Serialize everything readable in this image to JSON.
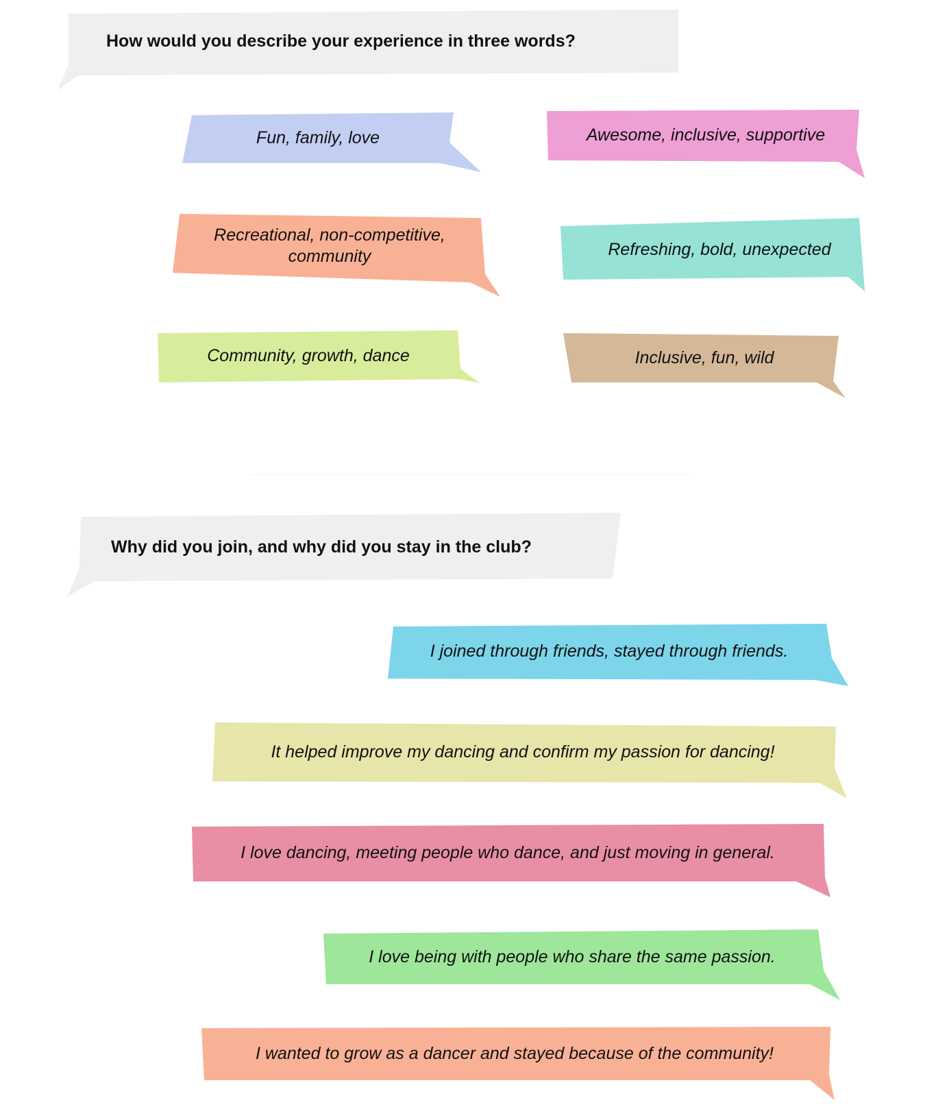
{
  "sections": [
    {
      "question": "How would you describe your experience in three words?",
      "question_color": "#efefef",
      "answers": [
        {
          "text": "Fun, family, love",
          "color": "#c3cef3"
        },
        {
          "text": "Awesome, inclusive, supportive",
          "color": "#ee9fd3"
        },
        {
          "text": "Recreational, non-competitive, community",
          "color": "#f9b196"
        },
        {
          "text": "Refreshing, bold, unexpected",
          "color": "#96e2d6"
        },
        {
          "text": "Community, growth, dance",
          "color": "#d8ed9c"
        },
        {
          "text": "Inclusive, fun, wild",
          "color": "#d5b898"
        }
      ]
    },
    {
      "question": "Why did you join, and why did you stay in the club?",
      "question_color": "#efefef",
      "answers": [
        {
          "text": "I joined through friends, stayed through friends.",
          "color": "#7dd5ea"
        },
        {
          "text": "It helped improve my dancing and confirm my passion for dancing!",
          "color": "#e7e5a9"
        },
        {
          "text": "I love dancing, meeting people who dance, and just moving in general.",
          "color": "#e88fa5"
        },
        {
          "text": "I love being with people who share the same passion.",
          "color": "#9de69a"
        },
        {
          "text": "I wanted to grow as a dancer and stayed because of the community!",
          "color": "#f9b196"
        }
      ]
    }
  ]
}
